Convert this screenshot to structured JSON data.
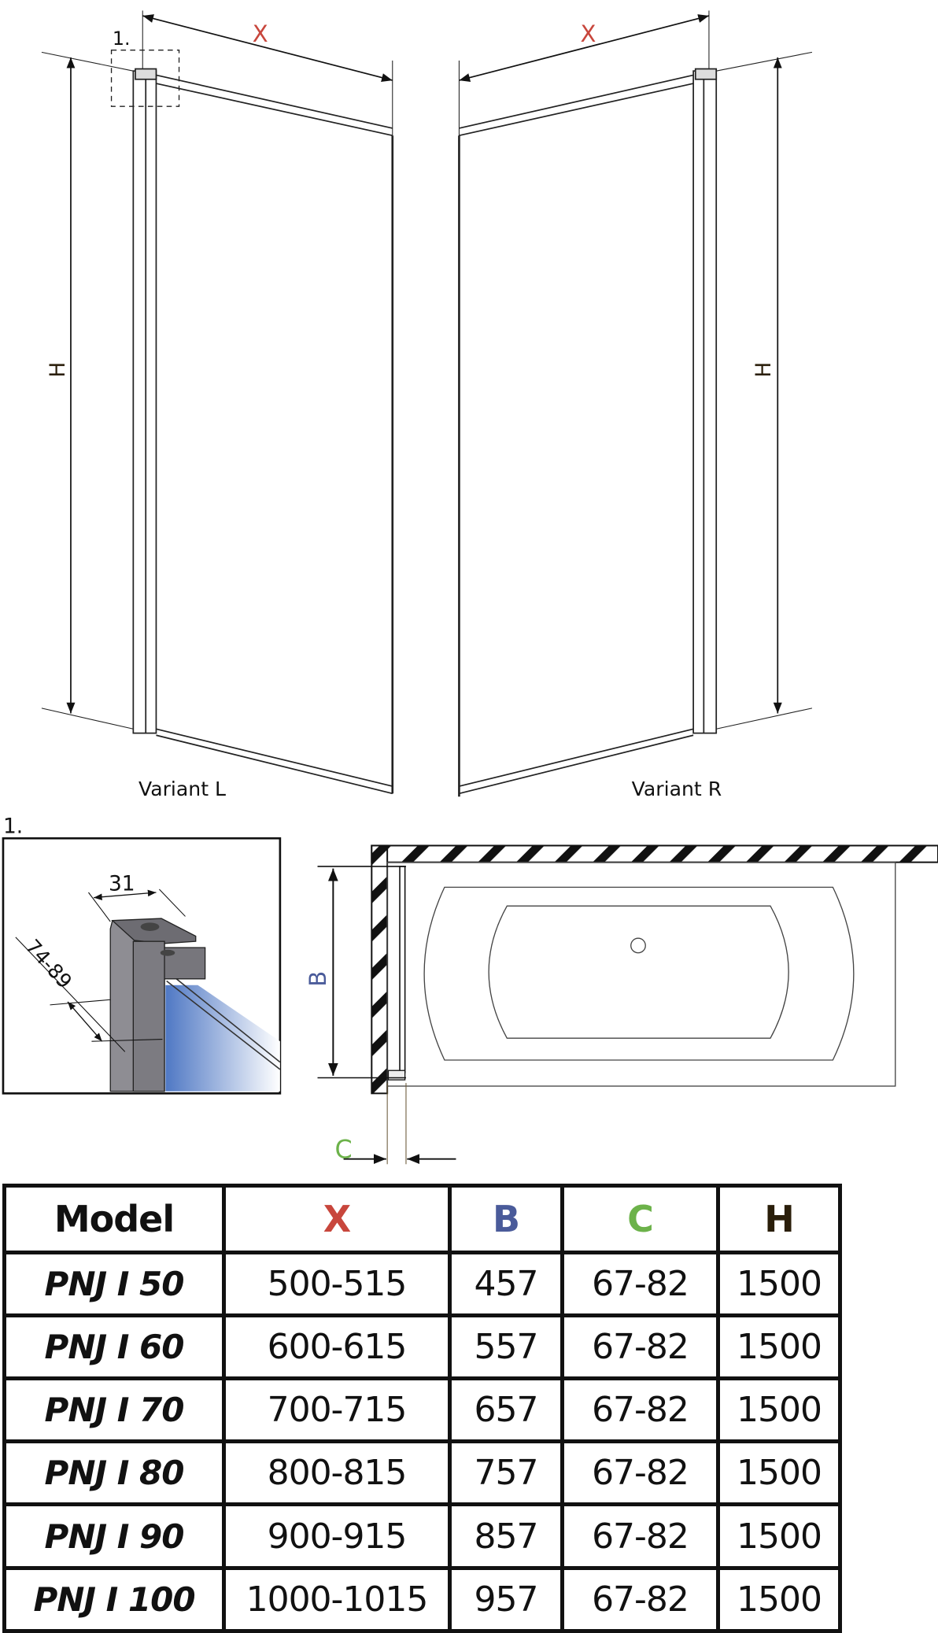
{
  "drawing": {
    "dim_x": "X",
    "dim_h": "H",
    "dim_b": "B",
    "dim_c": "C",
    "detail_marker": "1.",
    "detail_title": "1.",
    "detail_width": "31",
    "detail_range": "74-89",
    "variant_left": "Variant L",
    "variant_right": "Variant R"
  },
  "colors": {
    "x": "#c8463c",
    "b": "#4a5b9a",
    "c": "#6cb24a",
    "h": "#2a1e0a"
  },
  "table": {
    "headers": [
      "Model",
      "X",
      "B",
      "C",
      "H"
    ],
    "rows": [
      [
        "PNJ I 50",
        "500-515",
        "457",
        "67-82",
        "1500"
      ],
      [
        "PNJ I 60",
        "600-615",
        "557",
        "67-82",
        "1500"
      ],
      [
        "PNJ I 70",
        "700-715",
        "657",
        "67-82",
        "1500"
      ],
      [
        "PNJ I 80",
        "800-815",
        "757",
        "67-82",
        "1500"
      ],
      [
        "PNJ I 90",
        "900-915",
        "857",
        "67-82",
        "1500"
      ],
      [
        "PNJ I 100",
        "1000-1015",
        "957",
        "67-82",
        "1500"
      ]
    ]
  }
}
